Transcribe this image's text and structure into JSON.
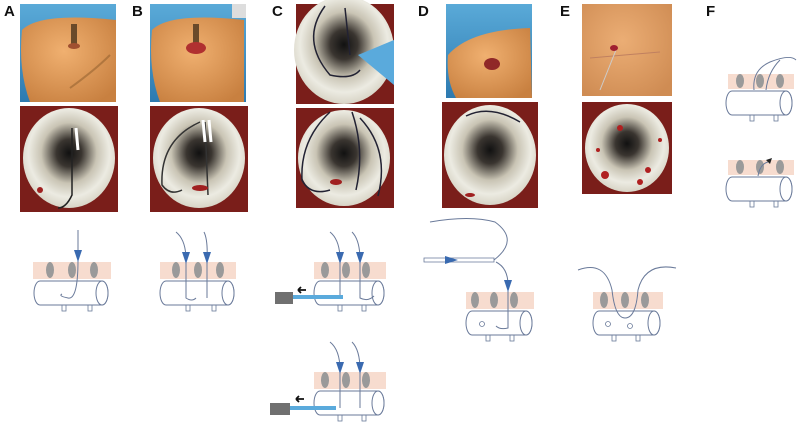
{
  "panels": [
    {
      "label": "A"
    },
    {
      "label": "B"
    },
    {
      "label": "C"
    },
    {
      "label": "D"
    },
    {
      "label": "E"
    },
    {
      "label": "F"
    }
  ],
  "colors": {
    "skin": "#e8a868",
    "drape": "#4a9ac8",
    "lumen_bg": "#7a1e1a",
    "lumen_wall": "#e8e4d8",
    "tissue_band": "#f7dccf",
    "vessel_outline": "#6a7a9a",
    "ring_fill": "#9a9a9a",
    "needle_blue": "#3a6ab0",
    "device_gray": "#707070"
  }
}
